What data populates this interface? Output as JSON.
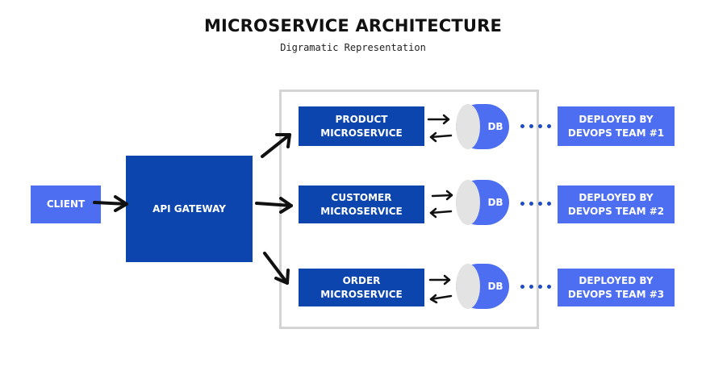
{
  "title": "MICROSERVICE ARCHITECTURE",
  "subtitle": "Digramatic Representation",
  "client": {
    "label": "CLIENT"
  },
  "gateway": {
    "label": "API GATEWAY"
  },
  "services": [
    {
      "line1": "PRODUCT",
      "line2": "MICROSERVICE",
      "db": "DB",
      "team_line1": "DEPLOYED BY",
      "team_line2": "DEVOPS TEAM #1"
    },
    {
      "line1": "CUSTOMER",
      "line2": "MICROSERVICE",
      "db": "DB",
      "team_line1": "DEPLOYED BY",
      "team_line2": "DEVOPS TEAM #2"
    },
    {
      "line1": "ORDER",
      "line2": "MICROSERVICE",
      "db": "DB",
      "team_line1": "DEPLOYED BY",
      "team_line2": "DEVOPS TEAM #3"
    }
  ],
  "colors": {
    "light_blue": "#4d6ef0",
    "dark_blue": "#0b45ad",
    "container_border": "#d4d4d4",
    "db_cap": "#e3e3e3"
  }
}
